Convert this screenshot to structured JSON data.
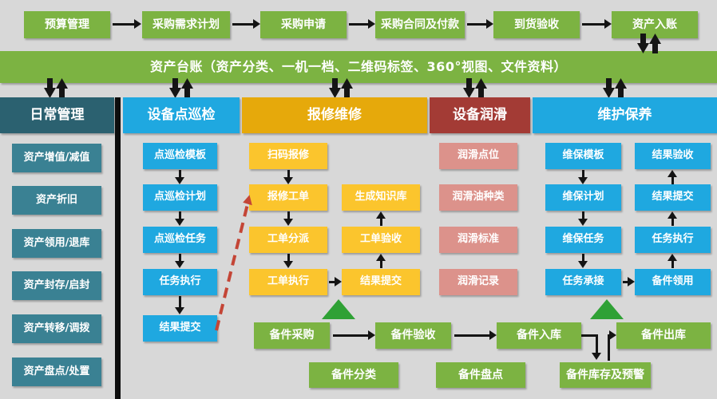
{
  "top_flow": {
    "steps": [
      "预算管理",
      "采购需求计划",
      "采购申请",
      "采购合同及付款",
      "到货验收",
      "资产入账"
    ]
  },
  "ledger_bar": {
    "label": "资产台账（资产分类、一机一档、二维码标签、360°视图、文件资料）"
  },
  "daily": {
    "header": "日常管理",
    "items": [
      "资产增值/减值",
      "资产折旧",
      "资产领用/退库",
      "资产封存/启封",
      "资产转移/调拨",
      "资产盘点/处置"
    ]
  },
  "inspection": {
    "header": "设备点巡检",
    "items": [
      "点巡检模板",
      "点巡检计划",
      "点巡检任务",
      "任务执行",
      "结果提交"
    ]
  },
  "repair": {
    "header": "报修维修",
    "left_items": [
      "扫码报修",
      "报修工单",
      "工单分派",
      "工单执行"
    ],
    "right_items": [
      "生成知识库",
      "工单验收",
      "结果提交"
    ]
  },
  "lubrication": {
    "header": "设备润滑",
    "items": [
      "润滑点位",
      "润滑油种类",
      "润滑标准",
      "润滑记录"
    ]
  },
  "maintenance": {
    "header": "维护保养",
    "left_items": [
      "维保模板",
      "维保计划",
      "维保任务",
      "任务承接"
    ],
    "right_items": [
      "结果验收",
      "结果提交",
      "任务执行",
      "备件领用"
    ]
  },
  "spares": {
    "flow_items": [
      "备件采购",
      "备件验收",
      "备件入库",
      "备件出库"
    ],
    "sub_items": [
      "备件分类",
      "备件盘点",
      "备件库存及预警"
    ]
  },
  "colors": {
    "green": "#7cb342",
    "teal_header": "#2b6170",
    "teal_item": "#3a8193",
    "blue": "#1fa8e0",
    "gold_header": "#e6a90b",
    "yellow_item": "#fbc52d",
    "dark_red": "#a33b35",
    "pink_item": "#dc928b",
    "triangle_green": "#2fa135",
    "dashed_red": "#c44536",
    "arrow_black": "#141414",
    "background": "#d8d8d8"
  }
}
